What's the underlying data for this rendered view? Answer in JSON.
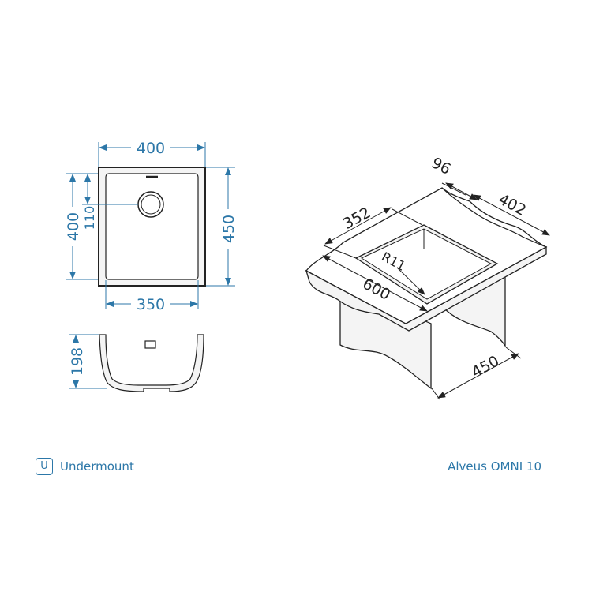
{
  "colors": {
    "dimension": "#2c77a8",
    "outline": "#222222",
    "fill": "#f4f4f4"
  },
  "top_view": {
    "width_label": "400",
    "depth_label": "400",
    "outer_depth_label": "450",
    "drain_offset_label": "110",
    "inner_width_label": "350"
  },
  "side_view": {
    "height_label": "198"
  },
  "iso_view": {
    "cabinet_offset_label": "96",
    "inner_length_label": "352",
    "side_length_label": "402",
    "radius_label": "R11",
    "front_length_label": "600",
    "cabinet_depth_label": "450"
  },
  "footer": {
    "mount_icon_letter": "U",
    "mount_type": "Undermount",
    "model": "Alveus OMNI 10"
  }
}
